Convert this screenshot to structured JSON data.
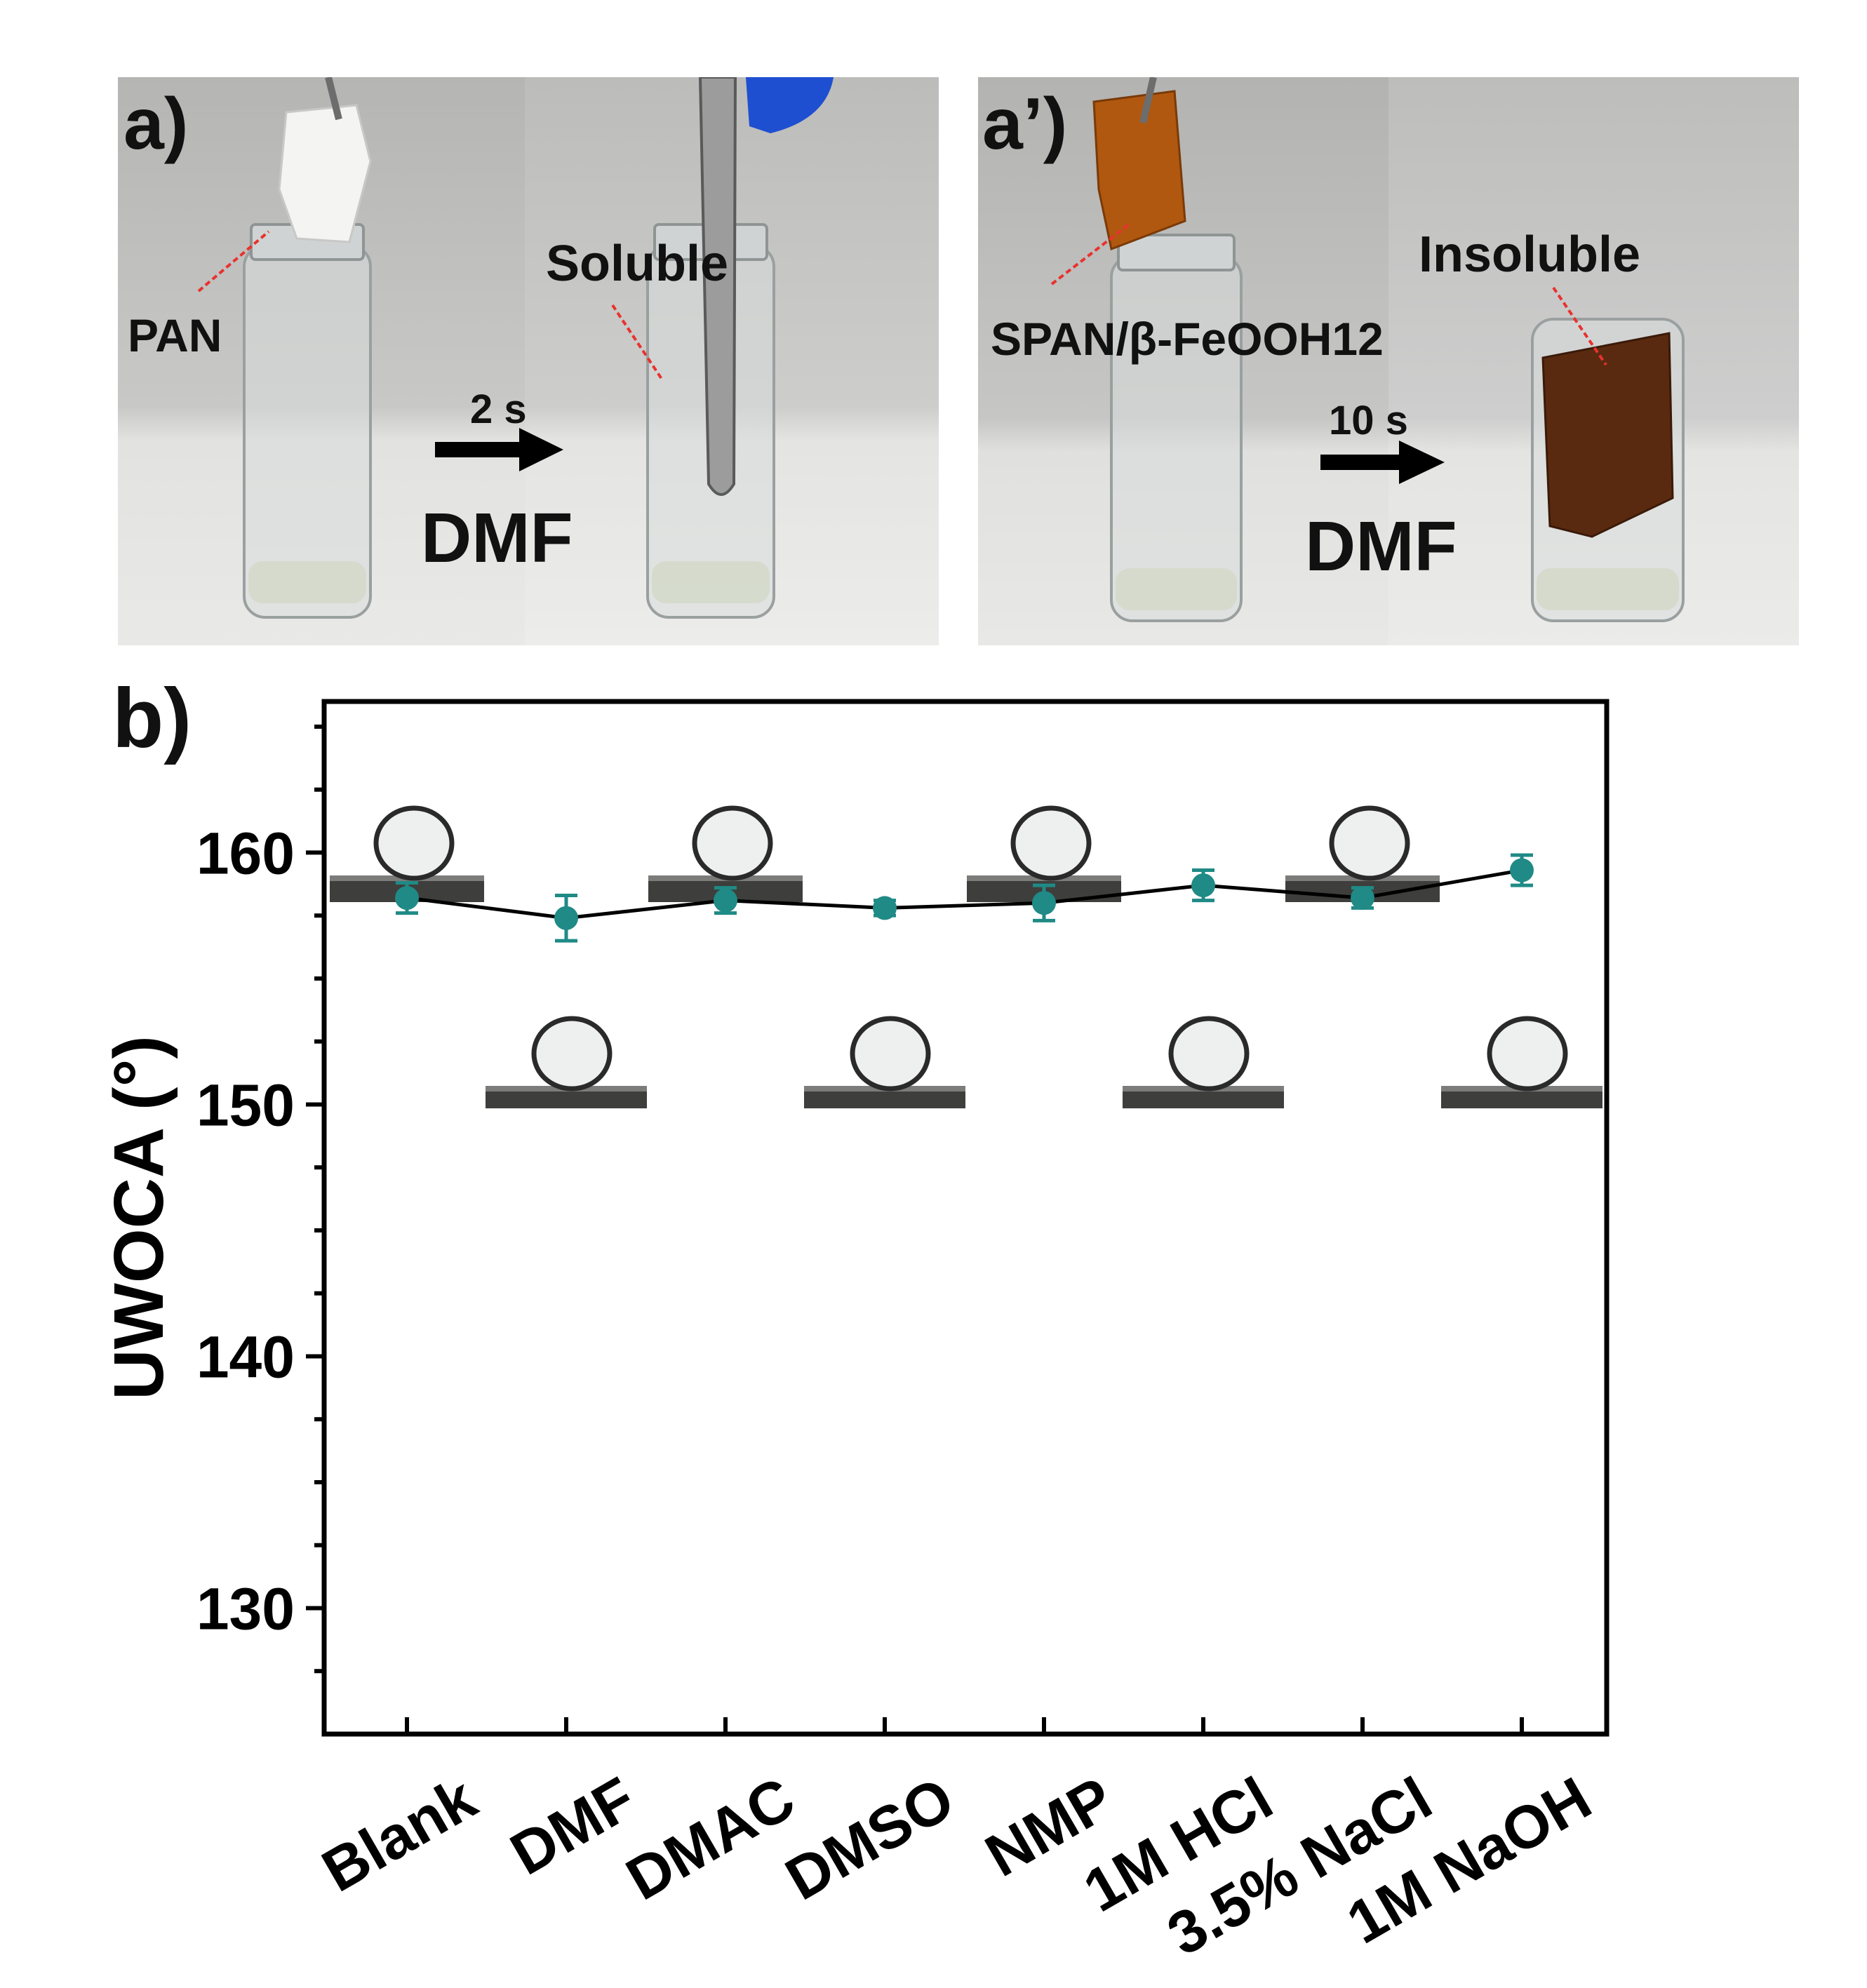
{
  "panel_a": {
    "label": "a)",
    "left_tag": "PAN",
    "right_tag": "Soluble",
    "time": "2 s",
    "solvent": "DMF"
  },
  "panel_a2": {
    "label": "a’)",
    "left_tag": "SPAN/β-FeOOH12",
    "right_tag": "Insoluble",
    "time": "10 s",
    "solvent": "DMF"
  },
  "panel_b": {
    "label": "b)"
  },
  "colors": {
    "marker": "#1f8a86",
    "line": "#000000",
    "arrow_red": "#e8322e",
    "membrane_brown": "#b0580f",
    "membrane_dark": "#5a2a10",
    "glove_blue": "#1f4fd1"
  },
  "chart_data": {
    "type": "scatter",
    "ylabel": "UWOCA (°)",
    "xlabel": "",
    "ylim": [
      125,
      166
    ],
    "yticks": [
      130,
      140,
      150,
      160
    ],
    "categories": [
      "Blank",
      "DMF",
      "DMAC",
      "DMSO",
      "NMP",
      "1M HCl",
      "3.5% NaCl",
      "1M NaOH"
    ],
    "values": [
      158.2,
      157.4,
      158.1,
      157.8,
      158.0,
      158.7,
      158.2,
      159.3
    ],
    "errors": [
      0.6,
      0.9,
      0.5,
      0.3,
      0.7,
      0.6,
      0.4,
      0.6
    ],
    "grid": false,
    "legend": "none",
    "insets": "droplet contact-angle photos above and below each point"
  }
}
